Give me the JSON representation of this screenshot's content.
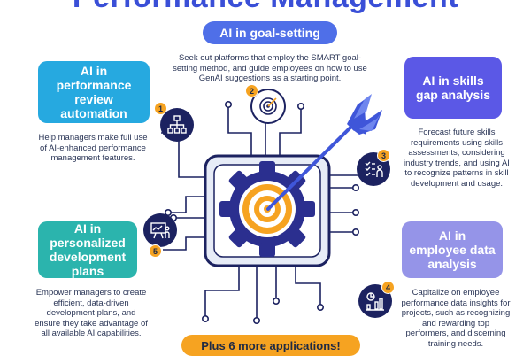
{
  "header": {
    "title": "Performance Management"
  },
  "goal_setting": {
    "title": "AI in goal-setting",
    "description": "Seek out platforms that employ the SMART goal-setting method, and guide employees on how to use GenAI suggestions as a starting point."
  },
  "cards": [
    {
      "number": "1",
      "title": "AI in performance review automation",
      "description": "Help managers make full use of AI-enhanced performance management features.",
      "color": "#26a9e0",
      "icon": "flowchart-icon"
    },
    {
      "number": "3",
      "title": "AI in skills gap analysis",
      "description": "Forecast future skills requirements using skills assessments, considering industry trends, and using AI to recognize patterns in skill development and usage.",
      "color": "#5b58e6",
      "icon": "checklist-person-icon"
    },
    {
      "number": "5",
      "title": "AI in personalized development plans",
      "description": "Empower managers to create efficient, data-driven development plans, and ensure they take advantage of all available AI capabilities.",
      "color": "#2bb4ad",
      "icon": "presentation-board-icon"
    },
    {
      "number": "4",
      "title": "AI in employee data analysis",
      "description": "Capitalize on employee performance data insights for projects, such as recognizing and rewarding top performers, and discerning training needs.",
      "color": "#9594e8",
      "icon": "data-chart-icon"
    }
  ],
  "goal_badge": {
    "number": "2",
    "icon": "target-icon"
  },
  "cta": {
    "label": "Plus 6 more applications!"
  },
  "colors": {
    "navy": "#1c2260",
    "orange": "#f6a321",
    "gear": "#2b2f8f",
    "target_rings": "#f6a321"
  }
}
